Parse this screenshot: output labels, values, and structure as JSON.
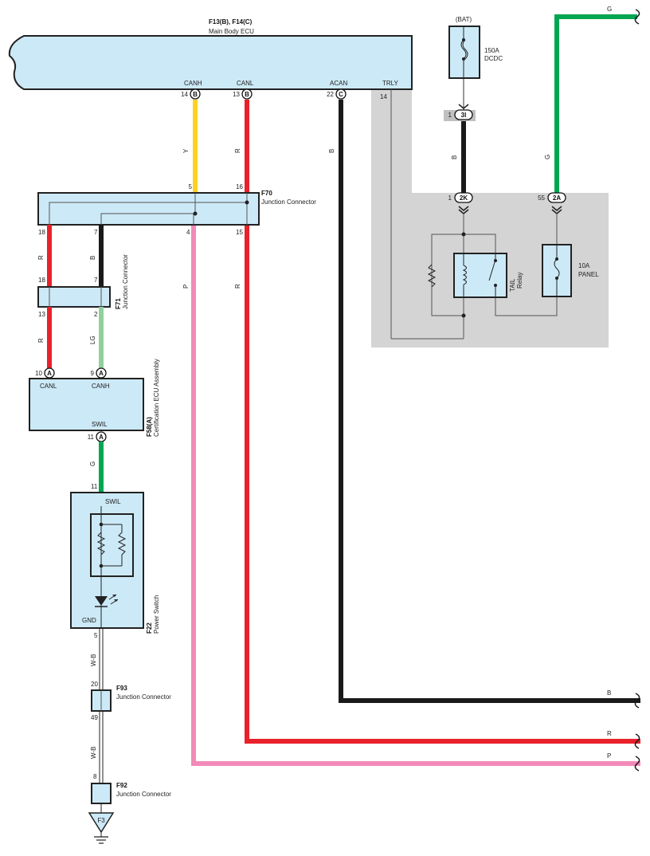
{
  "ecu": {
    "code": "F13(B), F14(C)",
    "name": "Main Body ECU",
    "terminals": {
      "canh": "CANH",
      "canl": "CANL",
      "acan": "ACAN",
      "trly": "TRLY"
    },
    "pins": {
      "canh": "14",
      "canl": "13",
      "acan": "22",
      "trly": "14"
    },
    "connectors": {
      "canh": "B",
      "canl": "B",
      "acan": "C"
    }
  },
  "f70": {
    "code": "F70",
    "name": "Junction Connector",
    "pins": {
      "top_y": "5",
      "top_r": "16",
      "bot_r18": "18",
      "bot_b7": "7",
      "bot_p": "4",
      "bot_r15": "15"
    }
  },
  "f71": {
    "code": "F71",
    "name": "Junction Connector",
    "pins": {
      "top_r": "18",
      "top_b": "7",
      "bot_r": "13",
      "bot_lg": "2"
    }
  },
  "f58": {
    "code": "F58(A)",
    "name": "Certification ECU Assembly",
    "terminals": {
      "canl": "CANL",
      "canh": "CANH",
      "swil": "SWIL"
    },
    "pins": {
      "canl": "10",
      "canh": "9",
      "swil": "11"
    },
    "connector": "A"
  },
  "f22": {
    "code": "F22",
    "name": "Power Switch",
    "terminals": {
      "swil": "SWIL",
      "gnd": "GND"
    },
    "pins": {
      "top": "11",
      "bottom": "5"
    }
  },
  "f93": {
    "code": "F93",
    "name": "Junction Connector",
    "pins": {
      "top": "20",
      "bottom": "49"
    }
  },
  "f92": {
    "code": "F92",
    "name": "Junction Connector",
    "pins": {
      "top": "8"
    }
  },
  "ground": {
    "label": "F3"
  },
  "bat": {
    "label": "(BAT)",
    "fuse_rating": "150A",
    "fuse_name": "DCDC"
  },
  "junction_block": {
    "conn_3i": "3I",
    "pin_3i": "1",
    "conn_2k": "2K",
    "pin_2k": "1",
    "conn_2a": "2A",
    "pin_2a": "55",
    "relay_name": "TAIL",
    "relay_word": "Relay",
    "fuse_rating": "10A",
    "fuse_name": "PANEL"
  },
  "wire_colors": {
    "y": "Y",
    "r": "R",
    "b": "B",
    "g": "G",
    "p": "P",
    "lg": "LG",
    "wb": "W-B"
  },
  "colors": {
    "ecu_fill": "#cce9f7",
    "block_gray": "#d4d4d4",
    "yellow": "#ffd21f",
    "red": "#e8212a",
    "black": "#1a1a1a",
    "green": "#00a651",
    "pink": "#f28ab8",
    "light_green": "#8fd19e"
  }
}
